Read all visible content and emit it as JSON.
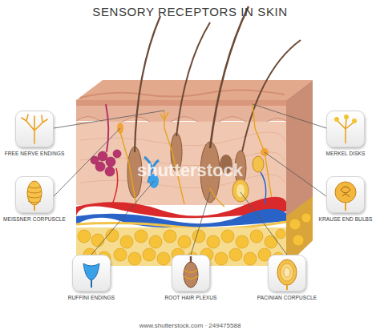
{
  "diagram": {
    "title": "SENSORY RECEPTORS IN SKIN",
    "nodes": [
      {
        "text": [
          "FREE NERVE ENDINGS"
        ]
      },
      {
        "text": [
          "MERKEL DISKS"
        ]
      },
      {
        "text": [
          "MEISSNER CORPUSCLE"
        ]
      },
      {
        "text": [
          "KRAUSE END BULBS"
        ]
      },
      {
        "text": [
          "RUFFINI ENDINGS"
        ]
      },
      {
        "text": [
          "ROOT HAIR PLEXUS"
        ]
      },
      {
        "text": [
          "PACINIAN CORPUSCLE"
        ]
      }
    ],
    "labels": [
      "shutterstock",
      "www.shutterstock.com · 249475588"
    ]
  }
}
